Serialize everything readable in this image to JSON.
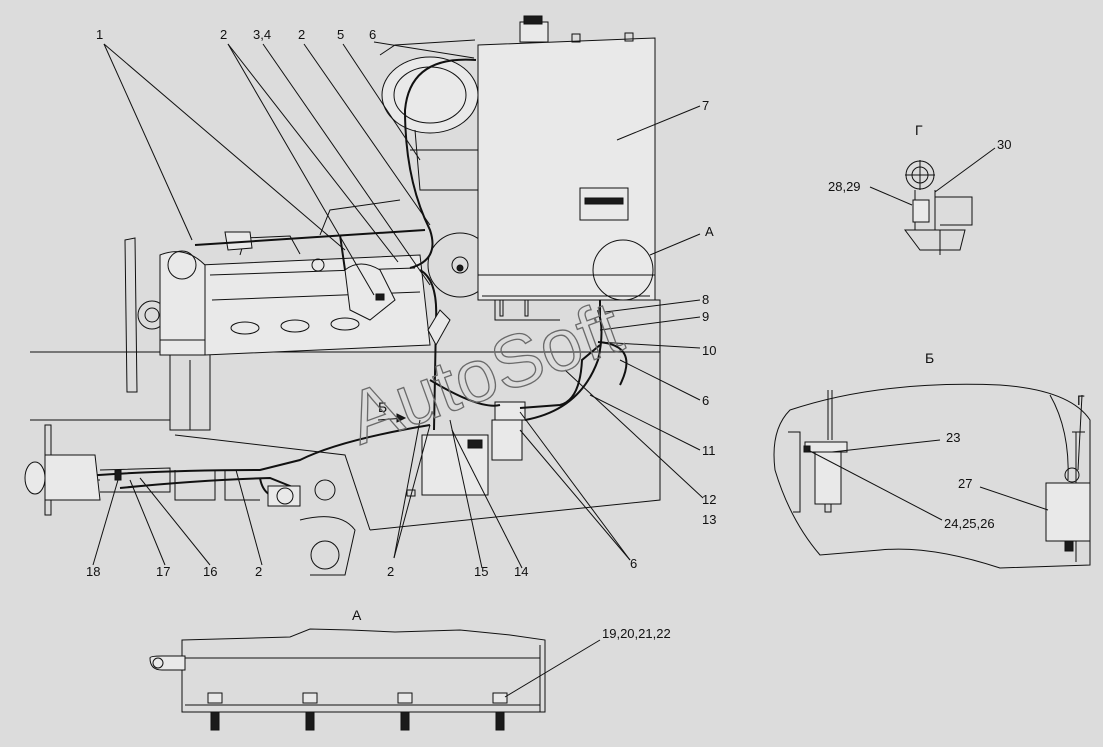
{
  "view_labels": {
    "a_inset": "А",
    "a_detail": "А",
    "b_inset": "Б",
    "b_arrow": "Б",
    "g_inset": "Г",
    "g_mark": "Г"
  },
  "callouts": [
    "1",
    "2",
    "3,4",
    "2",
    "5",
    "6",
    "7",
    "8",
    "9",
    "10",
    "6",
    "11",
    "12",
    "13",
    "6",
    "14",
    "15",
    "2",
    "2",
    "16",
    "17",
    "18",
    "19,20,21,22",
    "23",
    "24,25,26",
    "27",
    "28,29",
    "30"
  ],
  "watermark": "AutoSoft"
}
